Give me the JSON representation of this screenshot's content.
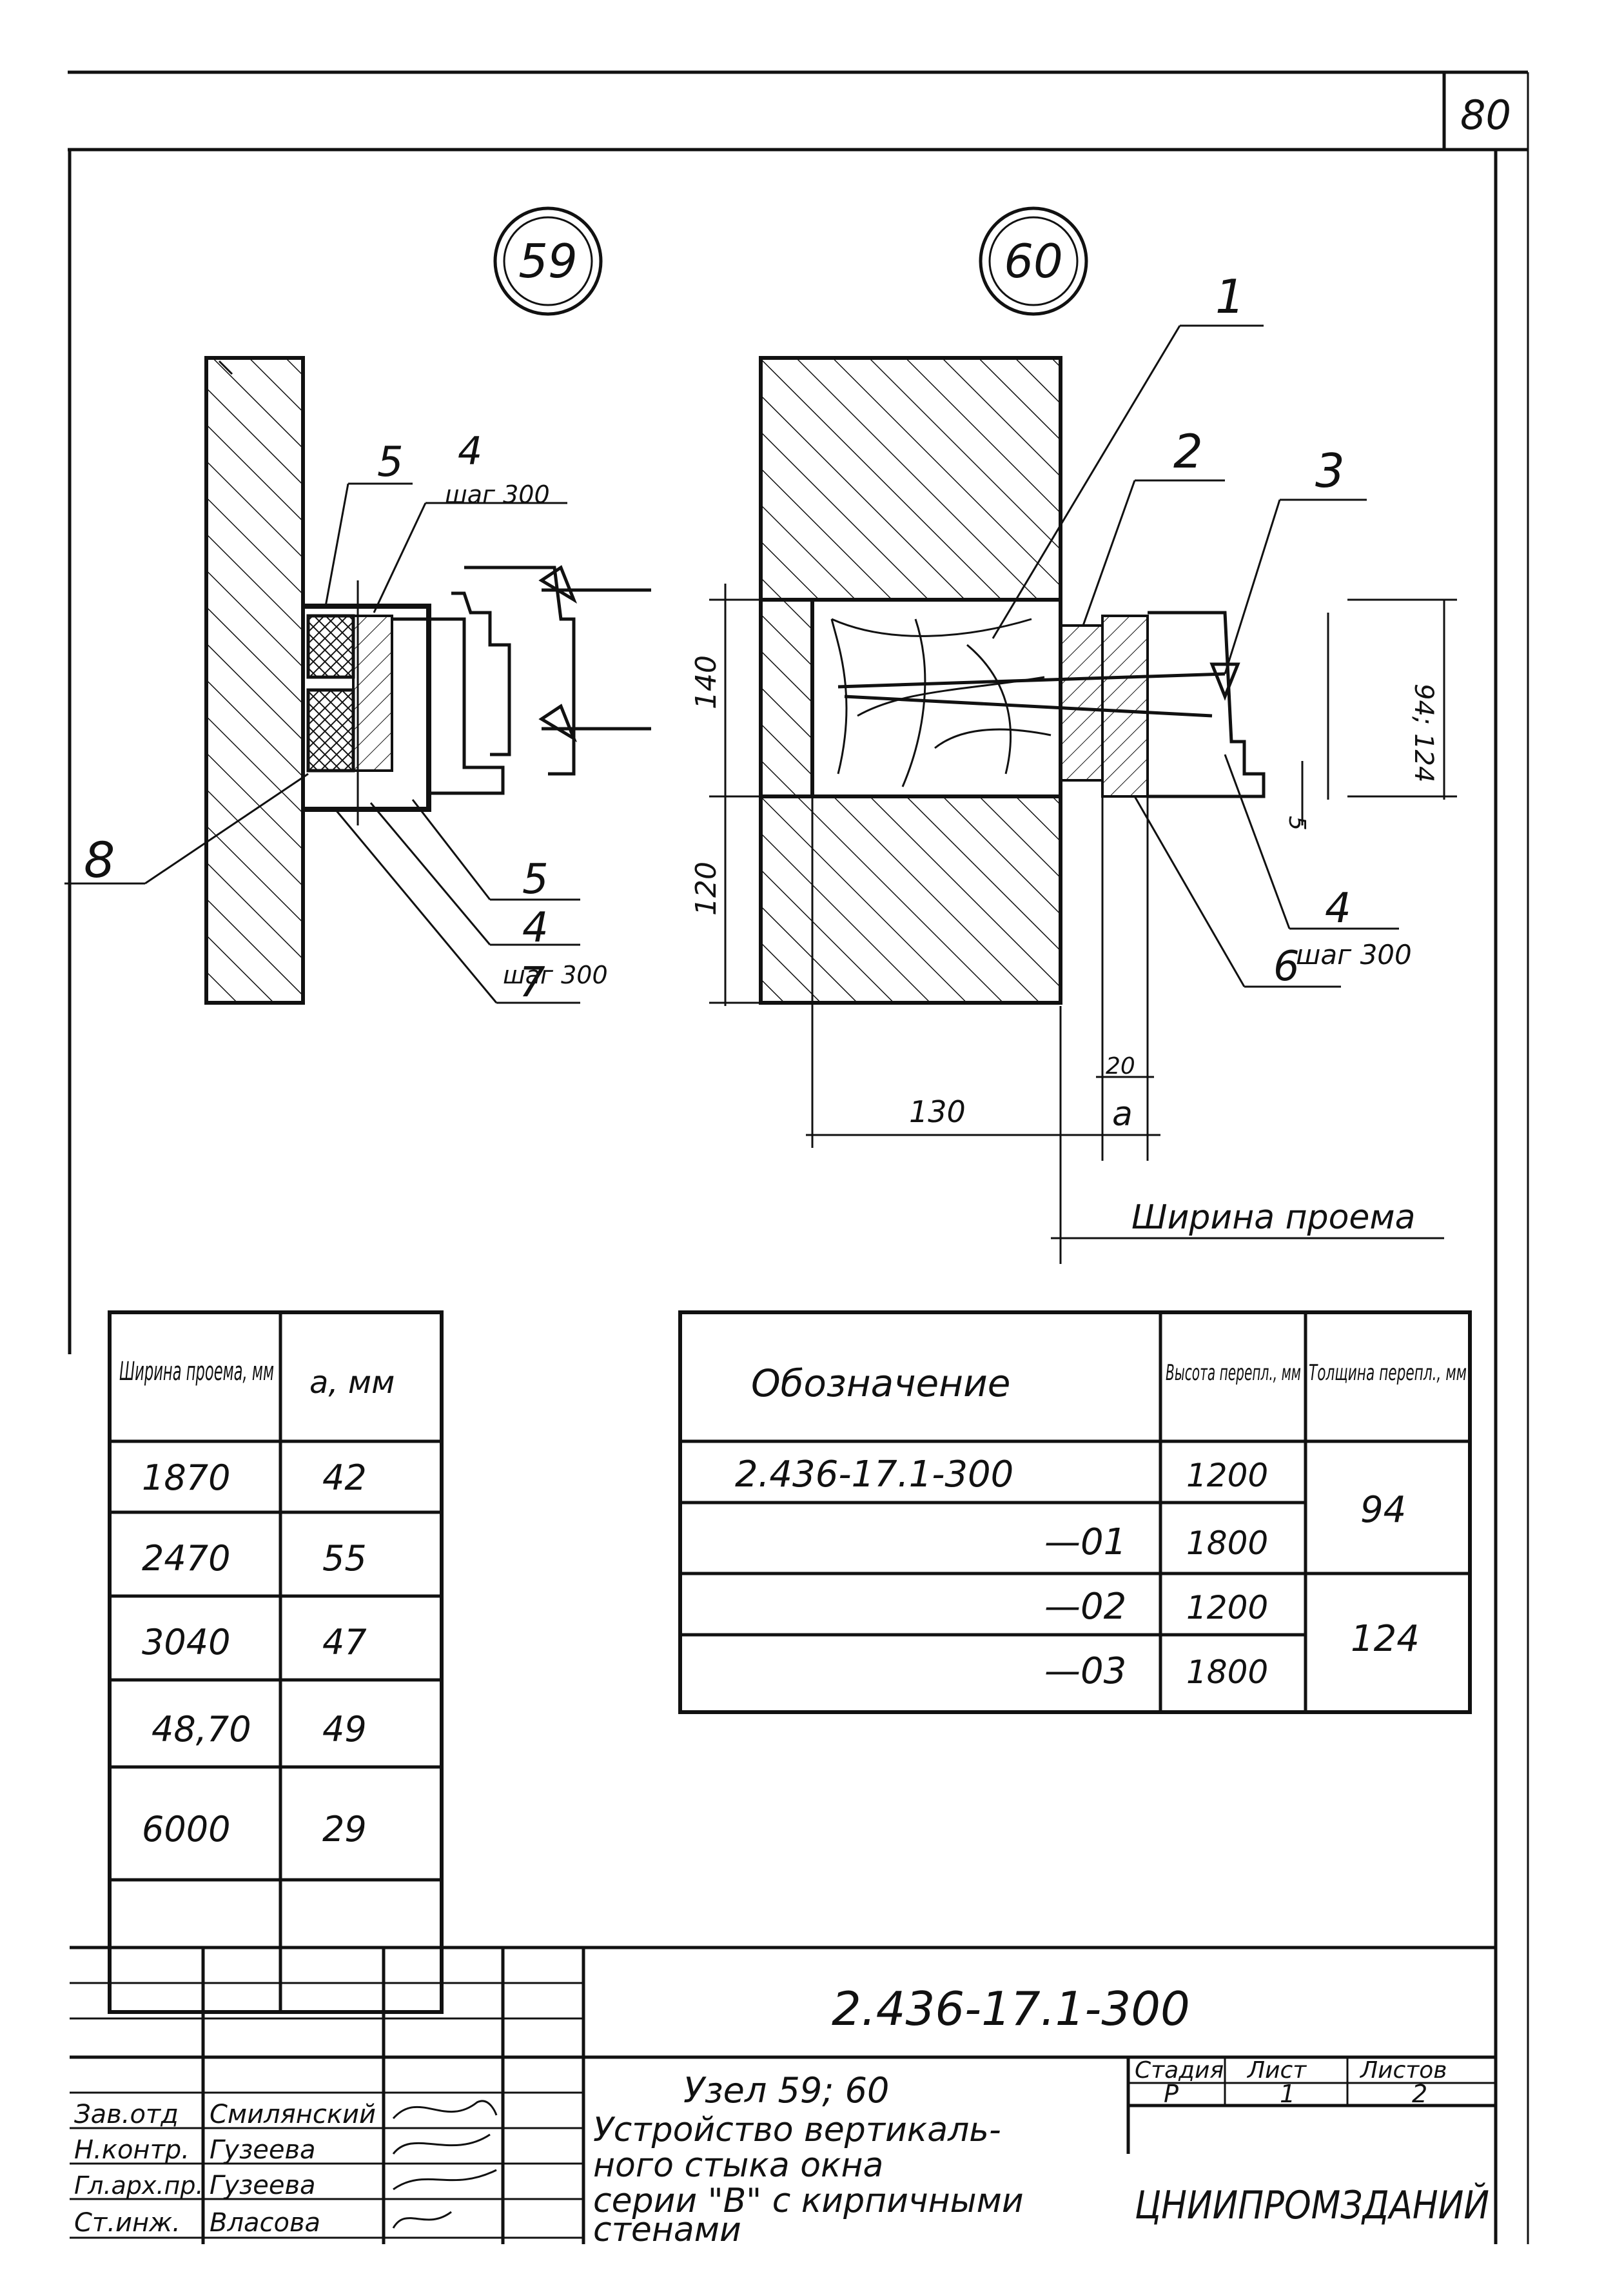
{
  "sheet": {
    "number": "80"
  },
  "details": {
    "left": {
      "label": "59"
    },
    "right": {
      "label": "60"
    }
  },
  "callouts": {
    "c1": "1",
    "c2": "2",
    "c3": "3",
    "c4a": "4",
    "c4b": "4",
    "c4c": "4",
    "c5a": "5",
    "c5b": "5",
    "c6": "6",
    "c7": "7",
    "c8": "8",
    "step_a": "шаг 300",
    "step_b": "шаг 300",
    "step_c": "шаг 300"
  },
  "dimensions": {
    "d140": "140",
    "d120": "120",
    "d130": "130",
    "da": "a",
    "d20": "20",
    "d5": "5",
    "d94124": "94; 124",
    "opening_width": "Ширина проема"
  },
  "table_a": {
    "headers": [
      "Ширина проема, мм",
      "а, мм"
    ],
    "rows": [
      [
        "1870",
        "42"
      ],
      [
        "2470",
        "55"
      ],
      [
        "3040",
        "47"
      ],
      [
        "48,70",
        "49"
      ],
      [
        "6000",
        "29"
      ]
    ]
  },
  "table_b": {
    "headers": [
      "Обозначение",
      "Высота перепл., мм",
      "Толщина перепл., мм"
    ],
    "rows": [
      [
        "2.436-17.1-300",
        "1200"
      ],
      [
        "—01",
        "1800"
      ],
      [
        "—02",
        "1200"
      ],
      [
        "—03",
        "1800"
      ]
    ],
    "thickness": [
      "94",
      "124"
    ]
  },
  "title_block": {
    "code": "2.436-17.1-300",
    "title_lines": [
      "Узел 59; 60",
      "Устройство вертикаль-",
      "ного стыка окна",
      "серии \"В\" с кирпичными",
      "стенами"
    ],
    "stage_header": "Стадия",
    "sheet_header": "Лист",
    "sheets_header": "Листов",
    "stage": "Р",
    "sheet": "1",
    "sheets": "2",
    "organization": "ЦНИИПРОМЗДАНИЙ",
    "roles": [
      "Зав.отд",
      "Н.контр.",
      "Гл.арх.пр.",
      "Ст.инж."
    ],
    "names": [
      "Смилянский",
      "Гузеева",
      "Гузеева",
      "Власова"
    ]
  }
}
